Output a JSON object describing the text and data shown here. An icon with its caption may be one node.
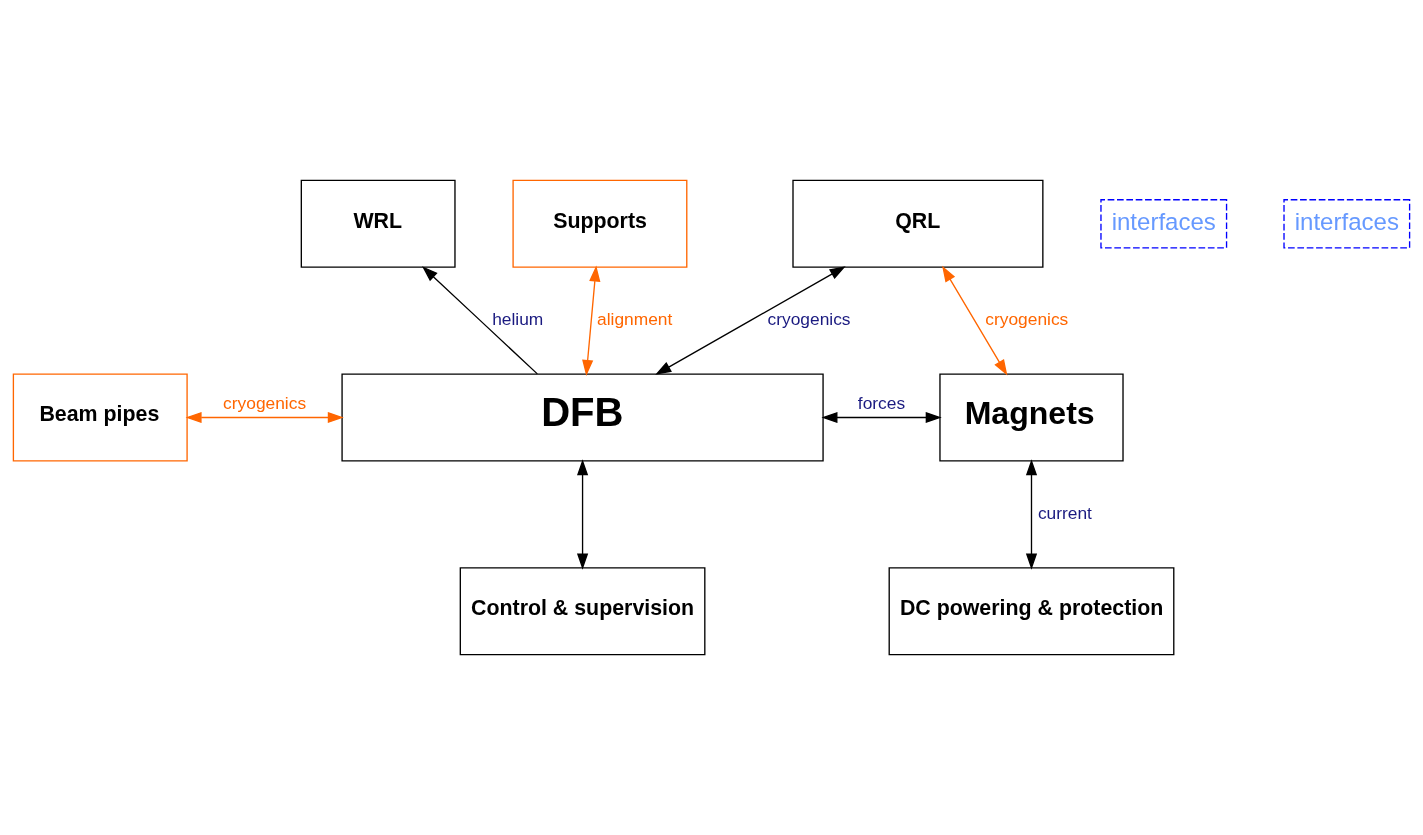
{
  "diagram": {
    "nodes": [
      {
        "text": [
          "WRL"
        ]
      },
      {
        "text": [
          "QRL"
        ]
      },
      {
        "text": [
          "Supports"
        ]
      },
      {
        "text": [
          "Beam pipes"
        ]
      },
      {
        "text": [
          "DFB"
        ]
      },
      {
        "text": [
          "Magnets"
        ]
      },
      {
        "text": [
          "Control & supervision"
        ]
      },
      {
        "text": [
          "DC powering & protection"
        ]
      }
    ],
    "edges": [
      {
        "from": 4,
        "to": 0,
        "arrow": "to",
        "label": "helium"
      },
      {
        "from": 1,
        "to": 4,
        "arrow": "both",
        "label": "cryogenics"
      },
      {
        "from": 2,
        "to": 4,
        "arrow": "both",
        "label": "alignment",
        "color": "#ff6600"
      },
      {
        "from": 3,
        "to": 4,
        "arrow": "both",
        "label": "cryogenics",
        "color": "#ff6600"
      },
      {
        "from": 1,
        "to": 5,
        "arrow": "both",
        "label": "cryogenics",
        "color": "#ff6600"
      },
      {
        "from": 7,
        "to": 5,
        "arrow": "both",
        "label": "current"
      },
      {
        "from": 4,
        "to": 5,
        "arrow": "both",
        "label": "forces"
      },
      {
        "from": 4,
        "to": 6,
        "arrow": "both"
      }
    ],
    "labels": [
      "interfaces",
      "interfaces"
    ]
  }
}
